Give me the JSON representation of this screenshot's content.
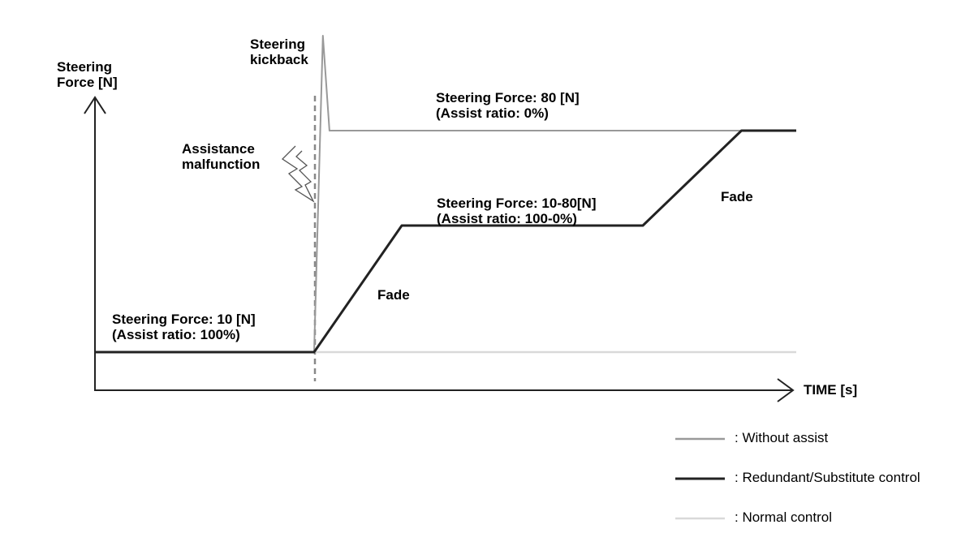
{
  "chart_data": {
    "type": "line",
    "x_axis_label": "TIME [s]",
    "y_axis_label": [
      "Steering",
      "Force [N]"
    ],
    "series": [
      {
        "name": "Without assist",
        "color": "#999999",
        "points": [
          [
            0,
            10
          ],
          [
            1,
            10
          ],
          [
            1.04,
            110
          ],
          [
            1.07,
            80
          ],
          [
            3.2,
            80
          ]
        ]
      },
      {
        "name": "Redundant/Substitute control",
        "color": "#222222",
        "points": [
          [
            0,
            10
          ],
          [
            1,
            10
          ],
          [
            1.4,
            50
          ],
          [
            2.5,
            50
          ],
          [
            2.95,
            80
          ],
          [
            3.2,
            80
          ]
        ]
      },
      {
        "name": "Normal control",
        "color": "#d9d9d9",
        "points": [
          [
            1,
            10
          ],
          [
            3.2,
            10
          ]
        ]
      }
    ],
    "annotations": {
      "kickback": [
        "Steering",
        "kickback"
      ],
      "malfunction": [
        "Assistance",
        "malfunction"
      ],
      "top_force": "Steering Force: 80 [N]",
      "top_ratio": "(Assist ratio: 0%)",
      "mid_force": "Steering Force: 10-80[N]",
      "mid_ratio": "(Assist ratio: 100-0%)",
      "low_force": "Steering Force: 10 [N]",
      "low_ratio": "(Assist ratio: 100%)",
      "fade_1": "Fade",
      "fade_2": "Fade"
    },
    "legend": [
      {
        "label": ": Without assist",
        "color": "#999999"
      },
      {
        "label": ": Redundant/Substitute control",
        "color": "#222222"
      },
      {
        "label": ": Normal control",
        "color": "#d9d9d9"
      }
    ],
    "icons": {
      "malfunction": "lightning-bolt-icon"
    }
  }
}
